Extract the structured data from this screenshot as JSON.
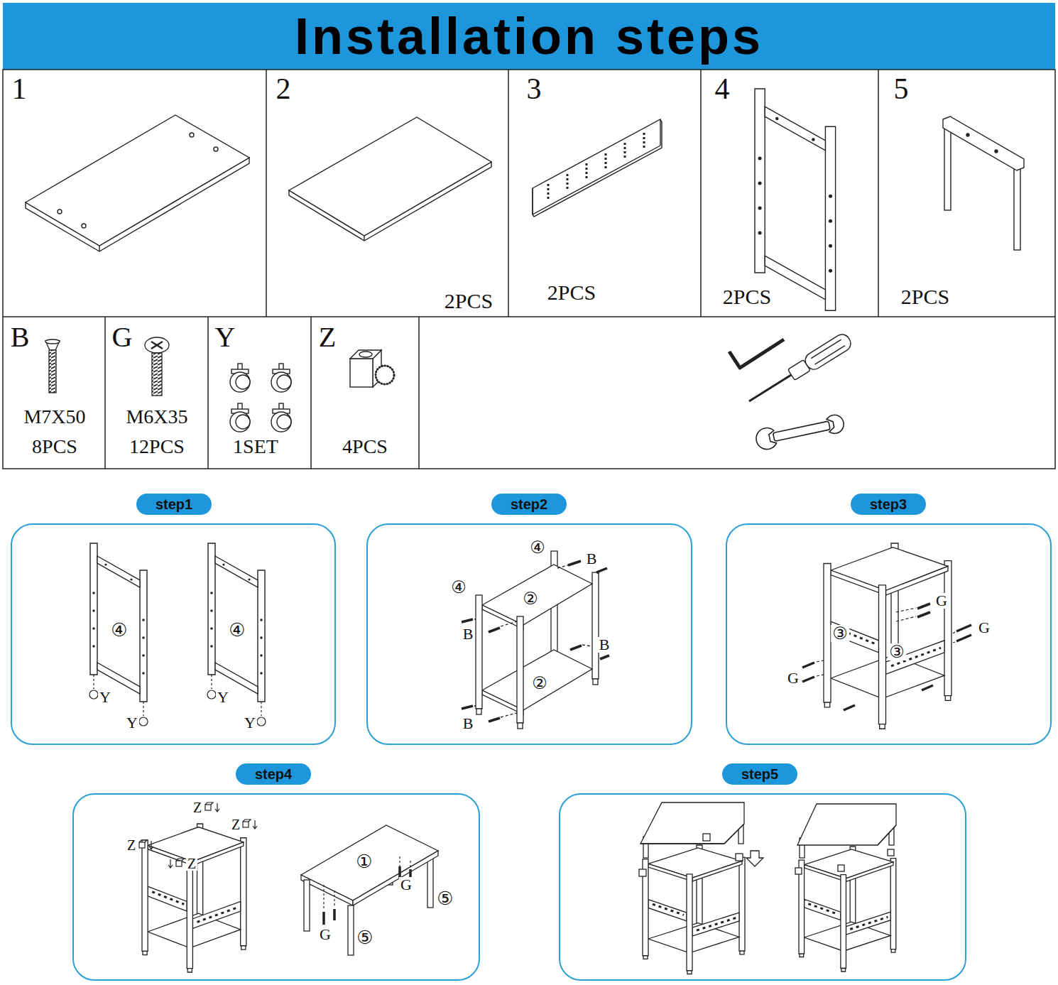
{
  "diagram": {
    "title": "Installation steps",
    "nodes": [
      {
        "text": [
          "step1"
        ]
      },
      {
        "text": [
          "step2"
        ]
      },
      {
        "text": [
          "step3"
        ]
      },
      {
        "text": [
          "step4"
        ]
      },
      {
        "text": [
          "step5"
        ]
      }
    ],
    "labels": [
      "1",
      "2",
      "2PCS",
      "3",
      "2PCS",
      "4",
      "2PCS",
      "5",
      "2PCS",
      "B",
      "M7X50",
      "8PCS",
      "G",
      "M6X35",
      "12PCS",
      "Y",
      "1SET",
      "Z",
      "4PCS",
      "④",
      "④",
      "Y",
      "Y",
      "Y",
      "Y",
      "④",
      "④",
      "B",
      "②",
      "B",
      "B",
      "②",
      "B",
      "G",
      "③",
      "③",
      "G",
      "G",
      "Z",
      "Z",
      "Z",
      "Z",
      "①",
      "G",
      "G",
      "⑤",
      "⑤"
    ]
  }
}
